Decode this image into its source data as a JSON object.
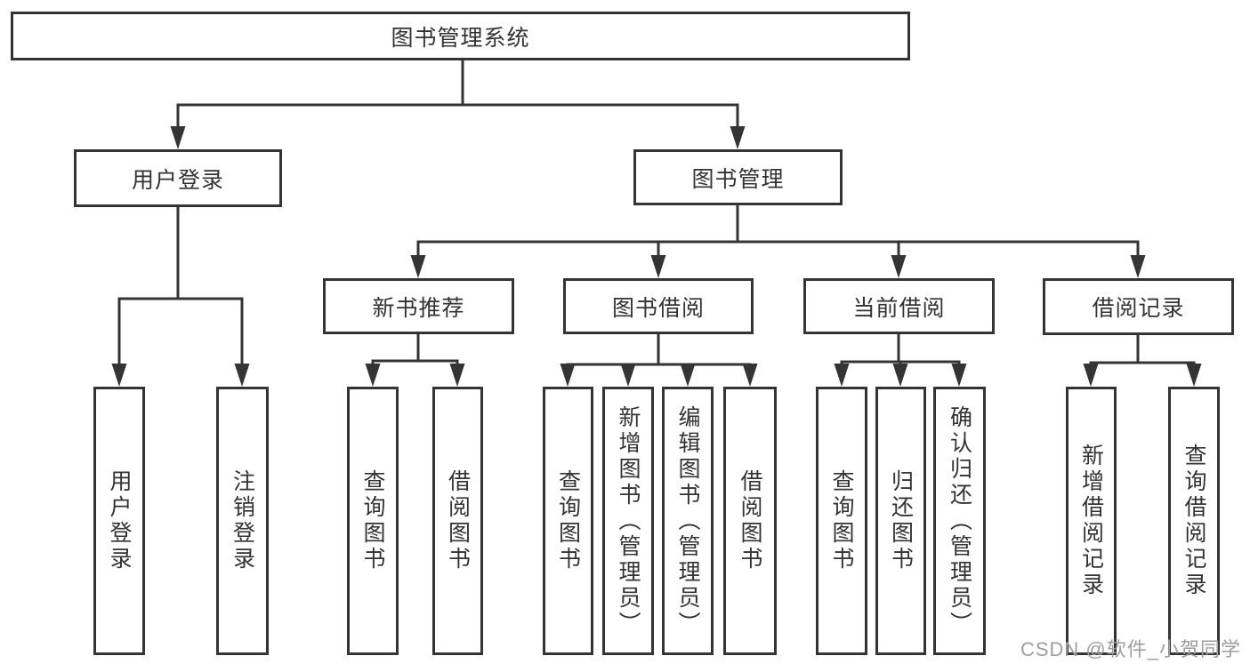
{
  "watermark": "CSDN @软件_小贺同学",
  "nodes": {
    "root": "图书管理系统",
    "user_login": "用户登录",
    "book_mgmt": "图书管理",
    "new_rec": "新书推荐",
    "book_borrow": "图书借阅",
    "cur_borrow": "当前借阅",
    "borrow_rec": "借阅记录",
    "ul_login": "用户登录",
    "ul_logout": "注销登录",
    "nr_query": "查询图书",
    "nr_borrow": "借阅图书",
    "bb_query": "查询图书",
    "bb_add": "新增图书（管理员）",
    "bb_edit": "编辑图书（管理员）",
    "bb_borrow": "借阅图书",
    "cb_query": "查询图书",
    "cb_return": "归还图书",
    "cb_confirm": "确认归还（管理员）",
    "br_add": "新增借阅记录",
    "br_query": "查询借阅记录"
  }
}
